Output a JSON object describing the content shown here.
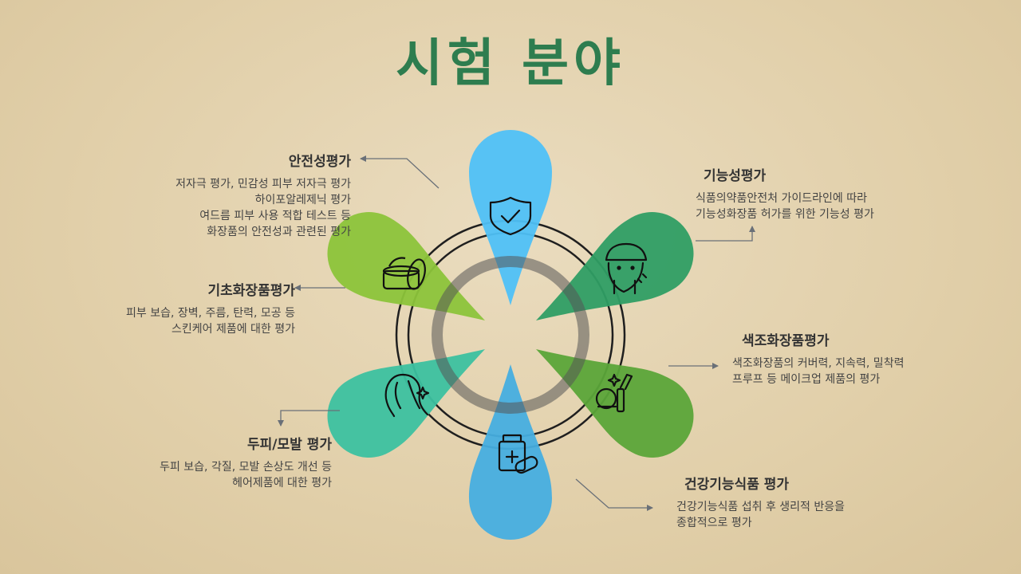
{
  "title": "시험 분야",
  "colors": {
    "title": "#2e7d4f",
    "safety": "#4fc1f7",
    "basic": "#8cc43a",
    "hair": "#3cc1a0",
    "health": "#46aee0",
    "color_cosmetic": "#5ba539",
    "functional": "#2f9e64",
    "ring": "#1f1f1f",
    "inner_ring": "#6e6e6e"
  },
  "sections": {
    "safety": {
      "heading": "안전성평가",
      "lines": [
        "저자극 평가, 민감성 피부 저자극 평가",
        "하이포알레제닉 평가",
        "여드름 피부 사용 적합 테스트 등",
        "화장품의 안전성과 관련된 평가"
      ],
      "icon": "shield-check-icon"
    },
    "basic": {
      "heading": "기초화장품평가",
      "lines": [
        "피부 보습, 장벽, 주름, 탄력, 모공 등",
        "스킨케어 제품에 대한 평가"
      ],
      "icon": "cream-jar-icon"
    },
    "hair": {
      "heading": "두피/모발 평가",
      "lines": [
        "두피 보습, 각질, 모발 손상도 개선 등",
        "헤어제품에 대한 평가"
      ],
      "icon": "woman-hair-icon"
    },
    "functional": {
      "heading": "기능성평가",
      "lines": [
        "식품의약품안전처 가이드라인에 따라",
        "기능성화장품 허가를 위한 기능성 평가"
      ],
      "icon": "face-cap-icon"
    },
    "color_cosmetic": {
      "heading": "색조화장품평가",
      "lines": [
        "색조화장품의 커버력, 지속력, 밀착력",
        "프루프 등 메이크업 제품의 평가"
      ],
      "icon": "makeup-icon"
    },
    "health": {
      "heading": "건강기능식품 평가",
      "lines": [
        "건강기능식품 섭취 후 생리적 반응을",
        "종합적으로 평가"
      ],
      "icon": "medicine-bottle-icon"
    }
  }
}
